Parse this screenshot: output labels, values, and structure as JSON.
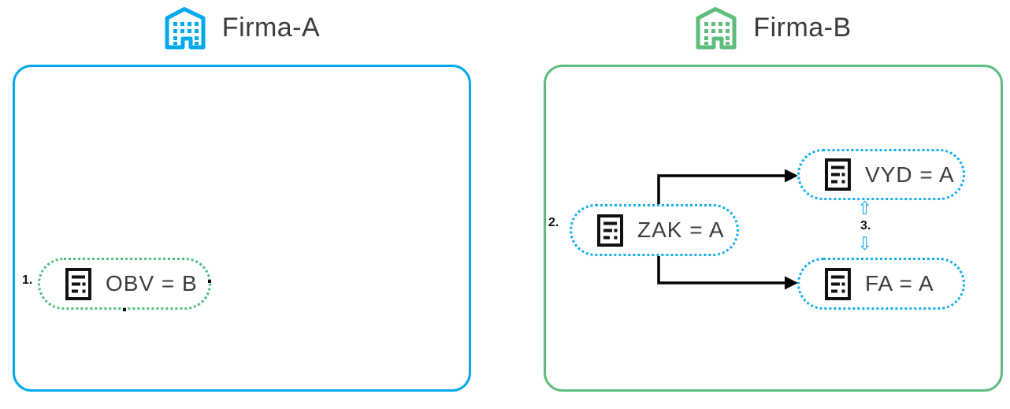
{
  "palette": {
    "company_a_color": "#00A9EC",
    "company_b_color": "#5CBD7C",
    "node_dotted_blue": "#12AEF0",
    "node_dotted_green": "#4FBE82",
    "connector_color": "#000000",
    "text_color": "#3d3d3d"
  },
  "company_a": {
    "title": "Firma-A",
    "icon": "building-icon"
  },
  "company_b": {
    "title": "Firma-B",
    "icon": "building-icon"
  },
  "nodes": {
    "obv": {
      "step": "1.",
      "label": "OBV = B",
      "icon": "document-icon",
      "company": "Firma-A"
    },
    "zak": {
      "step": "2.",
      "label": "ZAK = A",
      "icon": "document-icon",
      "company": "Firma-B"
    },
    "vyd": {
      "label": "VYD = A",
      "icon": "document-icon",
      "company": "Firma-B"
    },
    "fa": {
      "label": "FA = A",
      "icon": "document-icon",
      "company": "Firma-B"
    }
  },
  "exchange": {
    "step": "3.",
    "up_arrow": "⇧",
    "down_arrow": "⇩"
  },
  "edges": [
    {
      "from": "ZAK = A",
      "to": "VYD = A",
      "style": "solid-black-arrow"
    },
    {
      "from": "ZAK = A",
      "to": "FA = A",
      "style": "solid-black-arrow"
    },
    {
      "between": [
        "VYD = A",
        "FA = A"
      ],
      "style": "outlined-double-arrow",
      "step": "3."
    }
  ]
}
